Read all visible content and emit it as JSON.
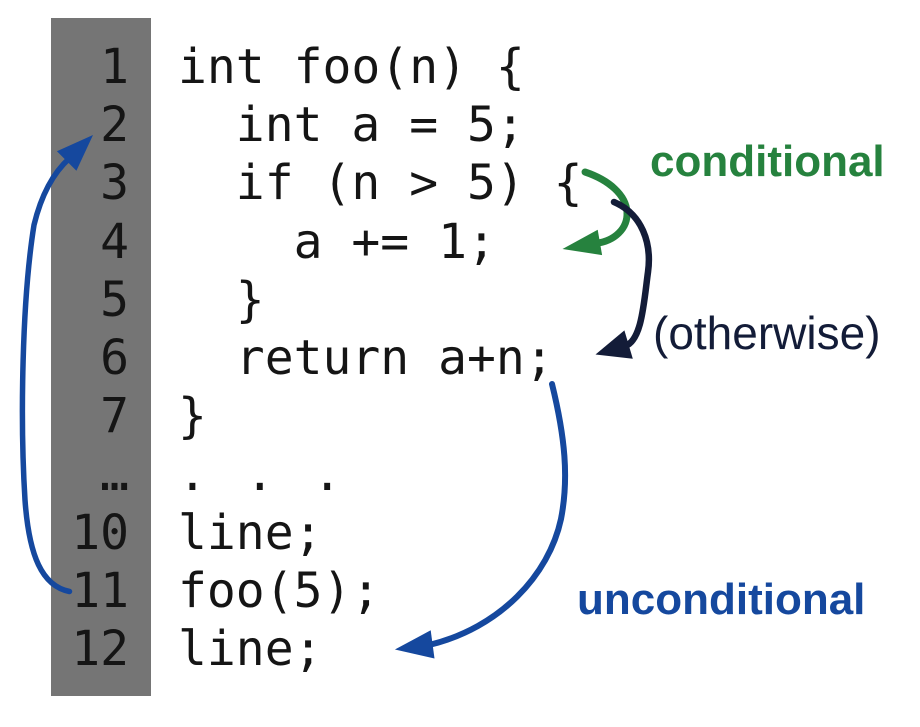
{
  "figure": {
    "description": "Diagram of a code listing with line numbers and arrows showing conditional and unconditional control-flow jumps"
  },
  "colors": {
    "background": "#ffffff",
    "gutter_gray": "#757575",
    "code_text": "#151515",
    "green": "#26823e",
    "navy": "#131c38",
    "blue": "#15489e"
  },
  "code": {
    "lines": [
      {
        "num": "1",
        "text": "int foo(n) {"
      },
      {
        "num": "2",
        "text": "  int a = 5;"
      },
      {
        "num": "3",
        "text": "  if (n > 5) {"
      },
      {
        "num": "4",
        "text": "    a += 1;"
      },
      {
        "num": "5",
        "text": "  }"
      },
      {
        "num": "6",
        "text": "  return a+n;"
      },
      {
        "num": "7",
        "text": "}"
      },
      {
        "num": "…",
        "text": ". . ."
      },
      {
        "num": "10",
        "text": "line;"
      },
      {
        "num": "11",
        "text": "foo(5);"
      },
      {
        "num": "12",
        "text": "line;"
      }
    ]
  },
  "annotations": {
    "conditional": {
      "label": "conditional",
      "color": "#26823e"
    },
    "otherwise": {
      "label": "(otherwise)",
      "color": "#131c38"
    },
    "unconditional": {
      "label": "unconditional",
      "color": "#15489e"
    }
  },
  "arrows": {
    "jump_back": {
      "from_line": "11",
      "to_line": "2",
      "kind": "unconditional",
      "color": "#15489e"
    },
    "branch_taken": {
      "from_line": "3",
      "to_line": "4",
      "kind": "conditional",
      "color": "#26823e"
    },
    "branch_skipped": {
      "from_line": "3",
      "to_line": "6",
      "kind": "otherwise",
      "color": "#131c38"
    },
    "jump_forward": {
      "from_line": "6",
      "to_line": "12",
      "kind": "unconditional",
      "color": "#15489e"
    }
  }
}
